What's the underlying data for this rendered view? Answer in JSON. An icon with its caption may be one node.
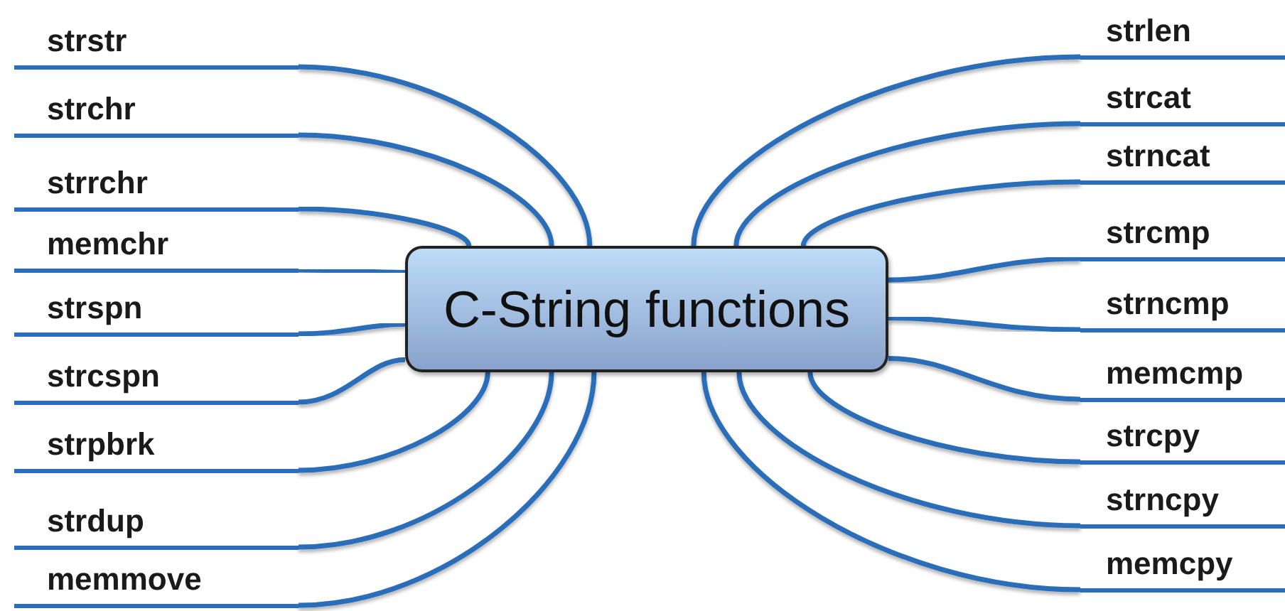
{
  "diagram": {
    "nodes": [
      {
        "text": [
          "C-String functions"
        ]
      },
      {
        "text": [
          "strstr"
        ]
      },
      {
        "text": [
          "strchr"
        ]
      },
      {
        "text": [
          "strrchr"
        ]
      },
      {
        "text": [
          "memchr"
        ]
      },
      {
        "text": [
          "strspn"
        ]
      },
      {
        "text": [
          "strcspn"
        ]
      },
      {
        "text": [
          "strpbrk"
        ]
      },
      {
        "text": [
          "strdup"
        ]
      },
      {
        "text": [
          "memmove"
        ]
      },
      {
        "text": [
          "strlen"
        ]
      },
      {
        "text": [
          "strcat"
        ]
      },
      {
        "text": [
          "strncat"
        ]
      },
      {
        "text": [
          "strcmp"
        ]
      },
      {
        "text": [
          "strncmp"
        ]
      },
      {
        "text": [
          "memcmp"
        ]
      },
      {
        "text": [
          "strcpy"
        ]
      },
      {
        "text": [
          "strncpy"
        ]
      },
      {
        "text": [
          "memcpy"
        ]
      }
    ],
    "edges": [
      {
        "from": 0,
        "to": 1,
        "arrow": "none"
      },
      {
        "from": 0,
        "to": 2,
        "arrow": "none"
      },
      {
        "from": 0,
        "to": 3,
        "arrow": "none"
      },
      {
        "from": 0,
        "to": 4,
        "arrow": "none"
      },
      {
        "from": 0,
        "to": 5,
        "arrow": "none"
      },
      {
        "from": 0,
        "to": 6,
        "arrow": "none"
      },
      {
        "from": 0,
        "to": 7,
        "arrow": "none"
      },
      {
        "from": 0,
        "to": 8,
        "arrow": "none"
      },
      {
        "from": 0,
        "to": 9,
        "arrow": "none"
      },
      {
        "from": 0,
        "to": 10,
        "arrow": "none"
      },
      {
        "from": 0,
        "to": 11,
        "arrow": "none"
      },
      {
        "from": 0,
        "to": 12,
        "arrow": "none"
      },
      {
        "from": 0,
        "to": 13,
        "arrow": "none"
      },
      {
        "from": 0,
        "to": 14,
        "arrow": "none"
      },
      {
        "from": 0,
        "to": 15,
        "arrow": "none"
      },
      {
        "from": 0,
        "to": 16,
        "arrow": "none"
      },
      {
        "from": 0,
        "to": 17,
        "arrow": "none"
      },
      {
        "from": 0,
        "to": 18,
        "arrow": "none"
      }
    ]
  }
}
